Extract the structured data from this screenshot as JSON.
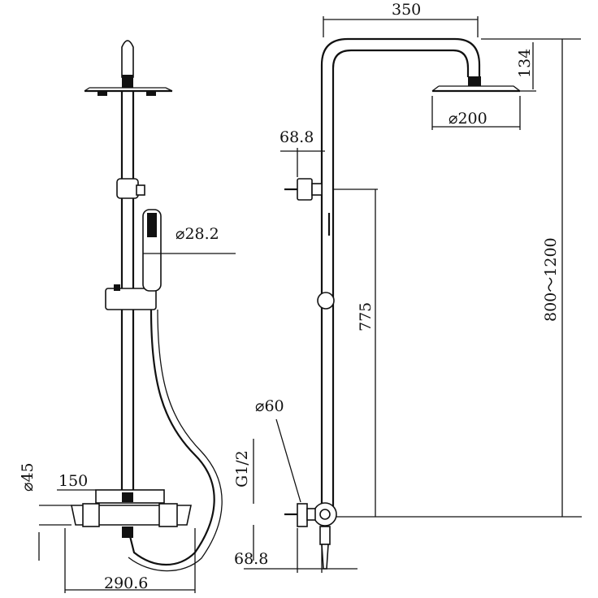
{
  "dimensions": {
    "top_width": "350",
    "head_drop": "134",
    "head_diameter": "⌀200",
    "bracket_offset": "68.8",
    "handset_diameter": "⌀28.2",
    "height_range": "800～1200",
    "rail_height": "775",
    "escutcheon_diameter": "⌀60",
    "body_diameter": "⌀45",
    "pipe_spacing": "150",
    "inlet_thread": "G1/2",
    "inlet_offset": "68.8",
    "total_width": "290.6"
  }
}
